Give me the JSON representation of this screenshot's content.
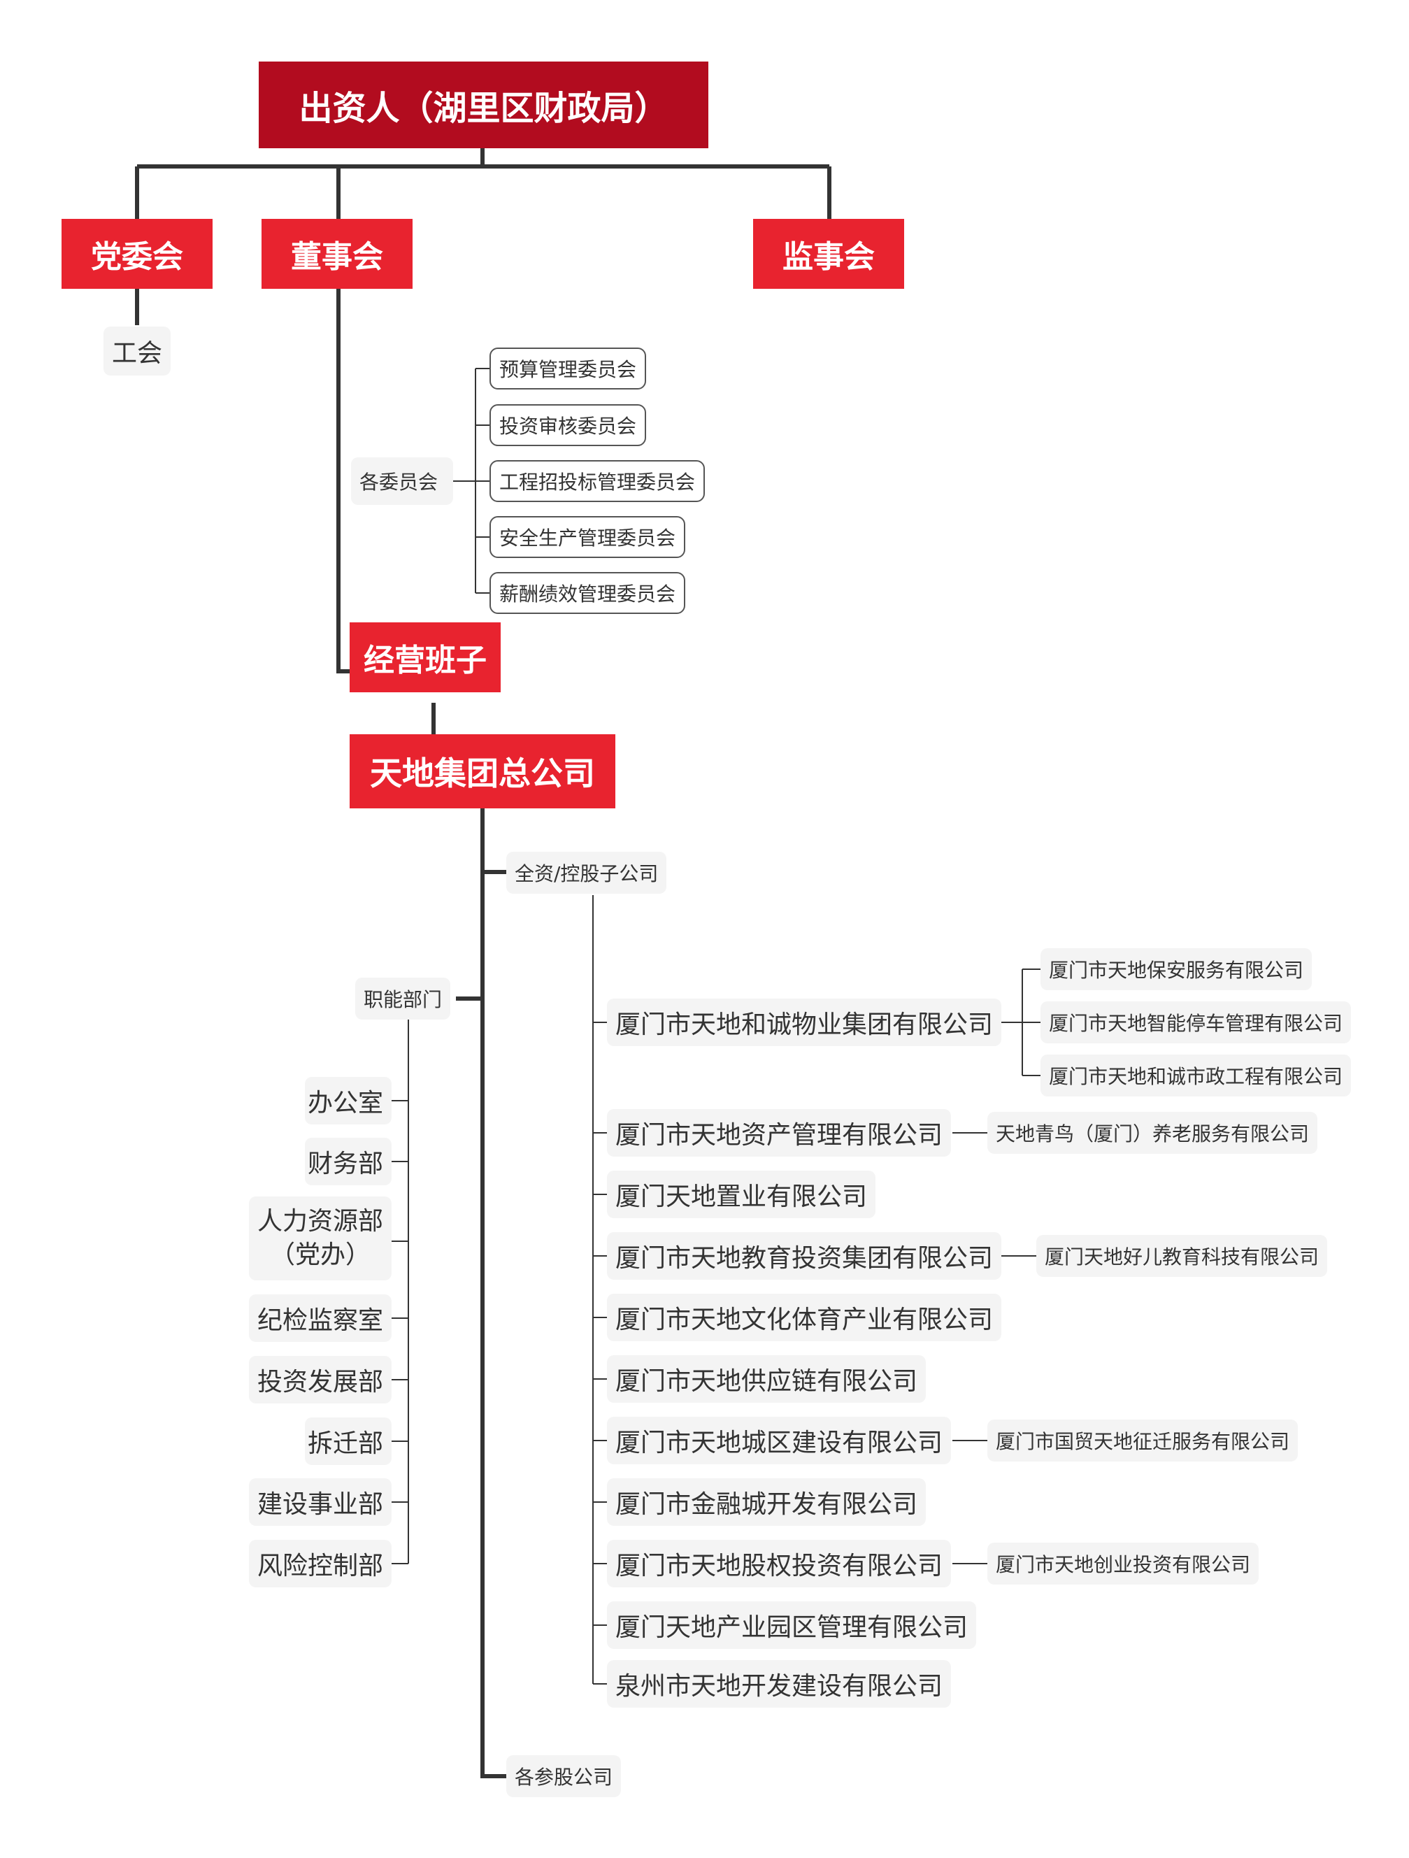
{
  "root": "出资人（湖里区财政局）",
  "level1": {
    "party": "党委会",
    "board": "董事会",
    "supervisory": "监事会"
  },
  "union": "工会",
  "committees_label": "各委员会",
  "committees": [
    "预算管理委员会",
    "投资审核委员会",
    "工程招投标管理委员会",
    "安全生产管理委员会",
    "薪酬绩效管理委员会"
  ],
  "management": "经营班子",
  "company": "天地集团总公司",
  "subsidiaries_label": "全资/控股子公司",
  "departments_label": "职能部门",
  "departments": [
    "办公室",
    "财务部",
    "人力资源部",
    "（党办）",
    "纪检监察室",
    "投资发展部",
    "拆迁部",
    "建设事业部",
    "风险控制部"
  ],
  "subsidiaries": [
    "厦门市天地和诚物业集团有限公司",
    "厦门市天地资产管理有限公司",
    "厦门天地置业有限公司",
    "厦门市天地教育投资集团有限公司",
    "厦门市天地文化体育产业有限公司",
    "厦门市天地供应链有限公司",
    "厦门市天地城区建设有限公司",
    "厦门市金融城开发有限公司",
    "厦门市天地股权投资有限公司",
    "厦门天地产业园区管理有限公司",
    "泉州市天地开发建设有限公司"
  ],
  "sub_subsidiaries": {
    "property": [
      "厦门市天地保安服务有限公司",
      "厦门市天地智能停车管理有限公司",
      "厦门市天地和诚市政工程有限公司"
    ],
    "asset": "天地青鸟（厦门）养老服务有限公司",
    "education": "厦门天地好儿教育科技有限公司",
    "urban": "厦门市国贸天地征迁服务有限公司",
    "equity": "厦门市天地创业投资有限公司"
  },
  "equity_participations": "各参股公司",
  "colors": {
    "root": "#b20c1f",
    "key": "#e8232f",
    "line": "#333333"
  }
}
